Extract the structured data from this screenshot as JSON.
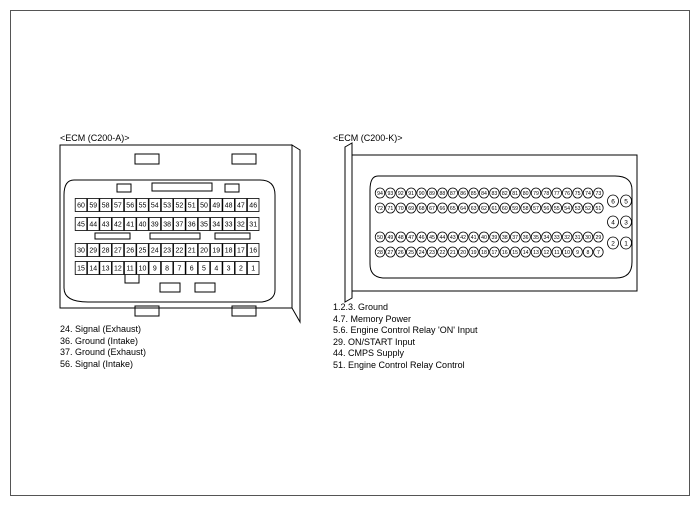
{
  "connector_a": {
    "title": "<ECM (C200-A)>",
    "rows": [
      [
        "60",
        "59",
        "58",
        "57",
        "56",
        "55",
        "54",
        "53",
        "52",
        "51",
        "50",
        "49",
        "48",
        "47",
        "46"
      ],
      [
        "45",
        "44",
        "43",
        "42",
        "41",
        "40",
        "39",
        "38",
        "37",
        "36",
        "35",
        "34",
        "33",
        "32",
        "31"
      ],
      [
        "30",
        "29",
        "28",
        "27",
        "26",
        "25",
        "24",
        "23",
        "22",
        "21",
        "20",
        "19",
        "18",
        "17",
        "16"
      ],
      [
        "15",
        "14",
        "13",
        "12",
        "11",
        "10",
        "9",
        "8",
        "7",
        "6",
        "5",
        "4",
        "3",
        "2",
        "1"
      ]
    ],
    "legend": [
      "24. Signal (Exhaust)",
      "36. Ground (Intake)",
      "37. Ground (Exhaust)",
      "56. Signal (Intake)"
    ]
  },
  "connector_k": {
    "title": "<ECM (C200-K)>",
    "rows": [
      [
        "94",
        "93",
        "92",
        "91",
        "90",
        "89",
        "88",
        "87",
        "86",
        "85",
        "84",
        "83",
        "82",
        "81",
        "80",
        "79",
        "78",
        "77",
        "76",
        "75",
        "74",
        "73"
      ],
      [
        "72",
        "71",
        "70",
        "69",
        "68",
        "67",
        "66",
        "65",
        "64",
        "63",
        "62",
        "61",
        "60",
        "59",
        "58",
        "57",
        "56",
        "55",
        "54",
        "53",
        "52",
        "51"
      ],
      [
        "50",
        "49",
        "48",
        "47",
        "46",
        "45",
        "44",
        "43",
        "42",
        "41",
        "40",
        "39",
        "38",
        "37",
        "36",
        "35",
        "34",
        "33",
        "32",
        "31",
        "30",
        "29"
      ],
      [
        "28",
        "27",
        "26",
        "25",
        "24",
        "23",
        "22",
        "21",
        "20",
        "19",
        "18",
        "17",
        "16",
        "15",
        "14",
        "13",
        "12",
        "11",
        "10",
        "9",
        "8",
        "7"
      ]
    ],
    "side_pins": [
      [
        "6",
        "5"
      ],
      [
        "4",
        "3"
      ],
      [
        "2",
        "1"
      ]
    ],
    "legend": [
      "1.2.3. Ground",
      "4.7. Memory Power",
      "5.6. Engine Control Relay 'ON' Input",
      "29. ON/START Input",
      "44. CMPS Supply",
      "51. Engine Control Relay Control"
    ]
  }
}
